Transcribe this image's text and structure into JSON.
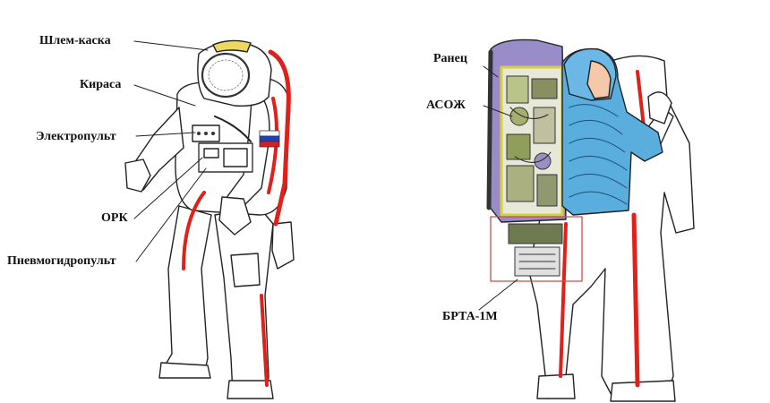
{
  "left_figure": {
    "labels": [
      "Шлем-каска",
      "Кираса",
      "Электропульт",
      "ОРК",
      "Пневмогидропульт"
    ]
  },
  "right_figure": {
    "labels": [
      "Ранец",
      "АСОЖ",
      "БРТА-1М"
    ]
  },
  "flag_colors": [
    "#ffffff",
    "#1f3fbf",
    "#d81e1e"
  ],
  "colors": {
    "stripe": "#e0201a",
    "helmet_gold": "#f0d860",
    "backpack_purple": "#9a8cc8",
    "inner_suit_blue": "#5aaede",
    "box_outline": "#c05050",
    "frame_yellow": "#d4d040"
  }
}
